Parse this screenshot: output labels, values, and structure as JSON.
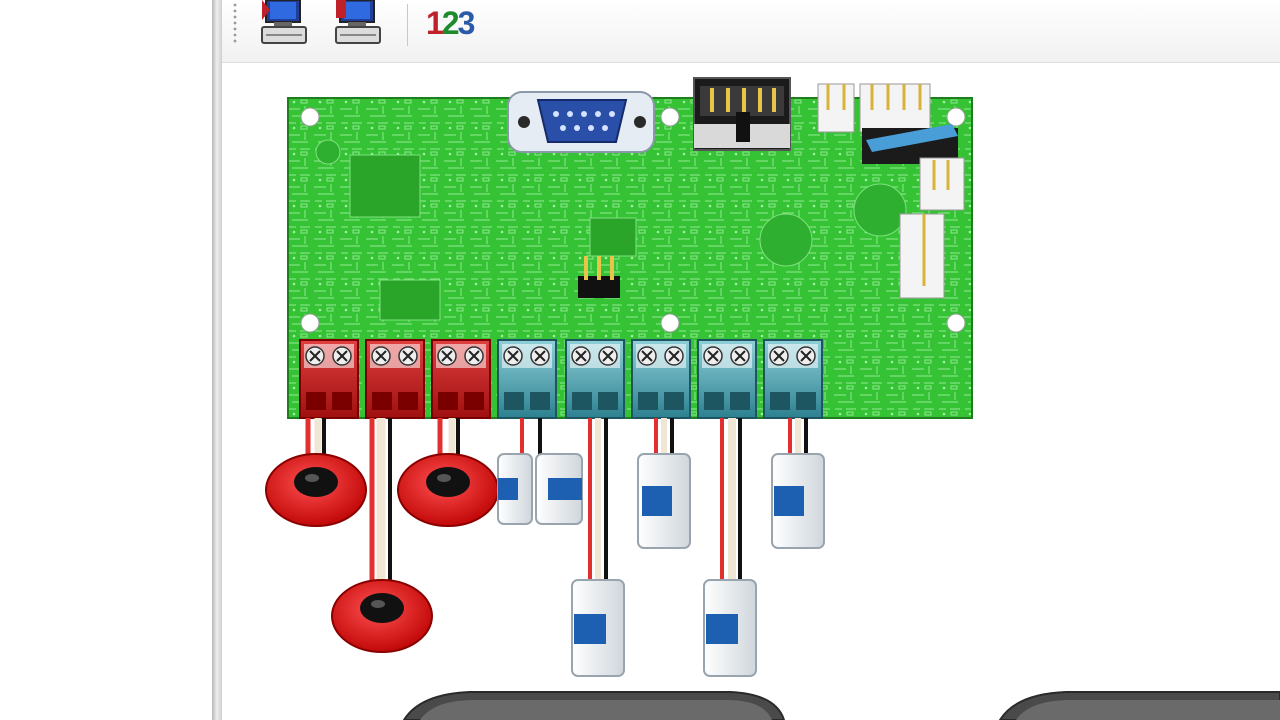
{
  "toolbar": {
    "buttons": [
      {
        "icon": "computer-download-icon"
      },
      {
        "icon": "computer-upload-icon"
      }
    ],
    "numbering": {
      "digit1": "1",
      "digit2": "2",
      "digit3": "3"
    }
  },
  "diagram": {
    "board_color": "#35c235",
    "terminals": [
      {
        "id": "z1",
        "color": "red"
      },
      {
        "id": "z2",
        "color": "red"
      },
      {
        "id": "z3",
        "color": "red"
      },
      {
        "id": "z4",
        "color": "teal"
      },
      {
        "id": "z5",
        "color": "teal"
      },
      {
        "id": "z6",
        "color": "teal"
      },
      {
        "id": "z7",
        "color": "teal"
      },
      {
        "id": "z8",
        "color": "teal"
      }
    ],
    "devices": {
      "smoke_detectors": 3,
      "motion_sensors": 6
    }
  }
}
